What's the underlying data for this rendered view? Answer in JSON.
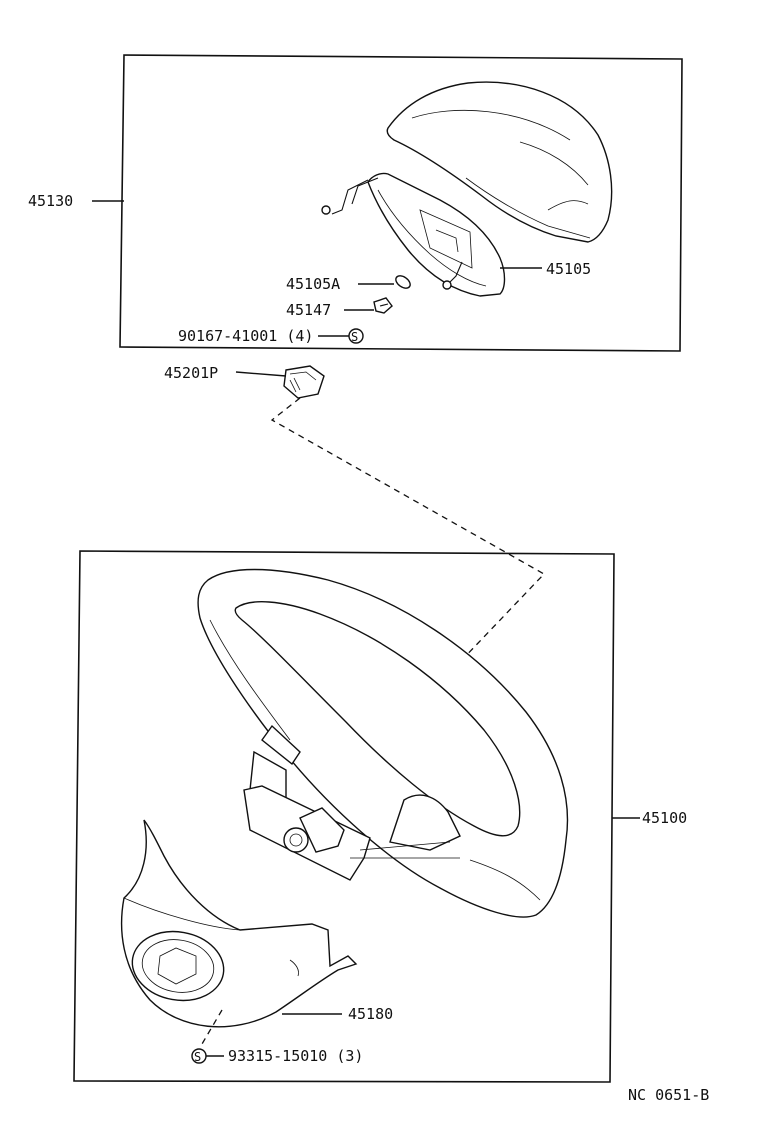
{
  "labels": {
    "p45130": "45130",
    "p45105": "45105",
    "p45105A": "45105A",
    "p45147": "45147",
    "p90167": "90167-41001 (4)",
    "p45201P": "45201P",
    "p45100": "45100",
    "p45180": "45180",
    "p93315": "93315-15010 (3)",
    "sym": "S",
    "ref": "NC 0651-B"
  }
}
